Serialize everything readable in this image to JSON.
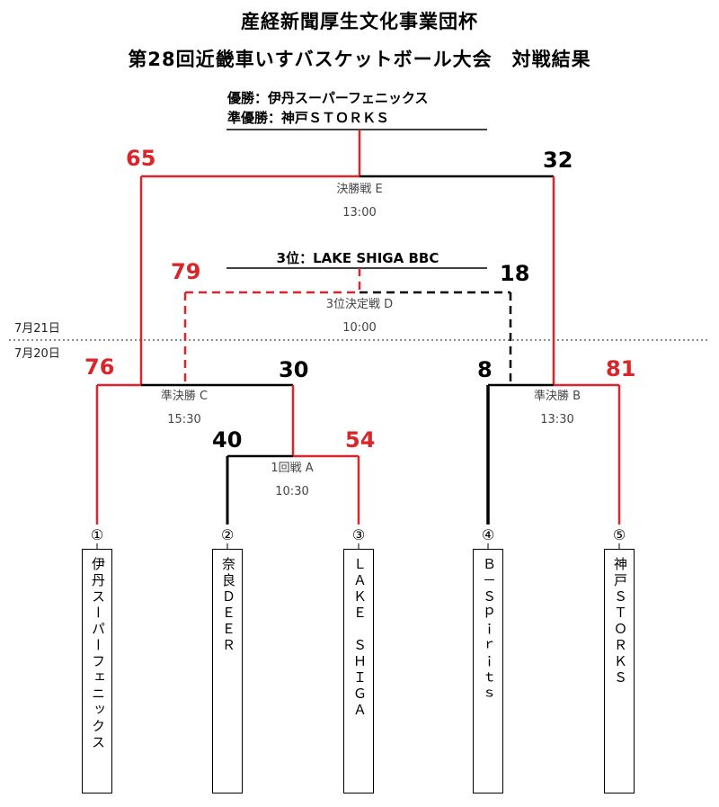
{
  "header": {
    "title_line1": "産経新聞厚生文化事業団杯",
    "title_line2": "第28回近畿車いすバスケットボール大会　対戦結果"
  },
  "results": {
    "champion": "優勝：伊丹スーパーフェニックス",
    "runner_up": "準優勝：神戸ＳＴＯＲＫＳ",
    "third_place": "3位：LAKE SHIGA BBC"
  },
  "dates": {
    "day2": "7月21日",
    "day1": "7月20日"
  },
  "matches": {
    "final": {
      "name": "決勝戦 E",
      "time": "13:00",
      "score_left": "65",
      "score_right": "32"
    },
    "third_place": {
      "name": "3位決定戦 D",
      "time": "10:00",
      "score_left": "79",
      "score_right": "18"
    },
    "semi_c": {
      "name": "準決勝 C",
      "time": "15:30",
      "score_left": "76",
      "score_right": "30"
    },
    "semi_b": {
      "name": "準決勝 B",
      "time": "13:30",
      "score_left": "8",
      "score_right": "81"
    },
    "round1_a": {
      "name": "1回戦 A",
      "time": "10:30",
      "score_left": "40",
      "score_right": "54"
    }
  },
  "teams": [
    {
      "number": "①",
      "name": "伊丹スーパーフェニックス"
    },
    {
      "number": "②",
      "name": "奈良ＤＥＥＲ"
    },
    {
      "number": "③",
      "name": "ＬＡＫＥ　ＳＨＩＧＡ"
    },
    {
      "number": "④",
      "name": "Ｂ－Ｓｐｉｒｉｔｓ"
    },
    {
      "number": "⑤",
      "name": "神戸ＳＴＯＲＫＳ"
    }
  ],
  "colors": {
    "winner_line": "#d9262b",
    "loser_line": "#000000",
    "date_divider": "#666666"
  }
}
